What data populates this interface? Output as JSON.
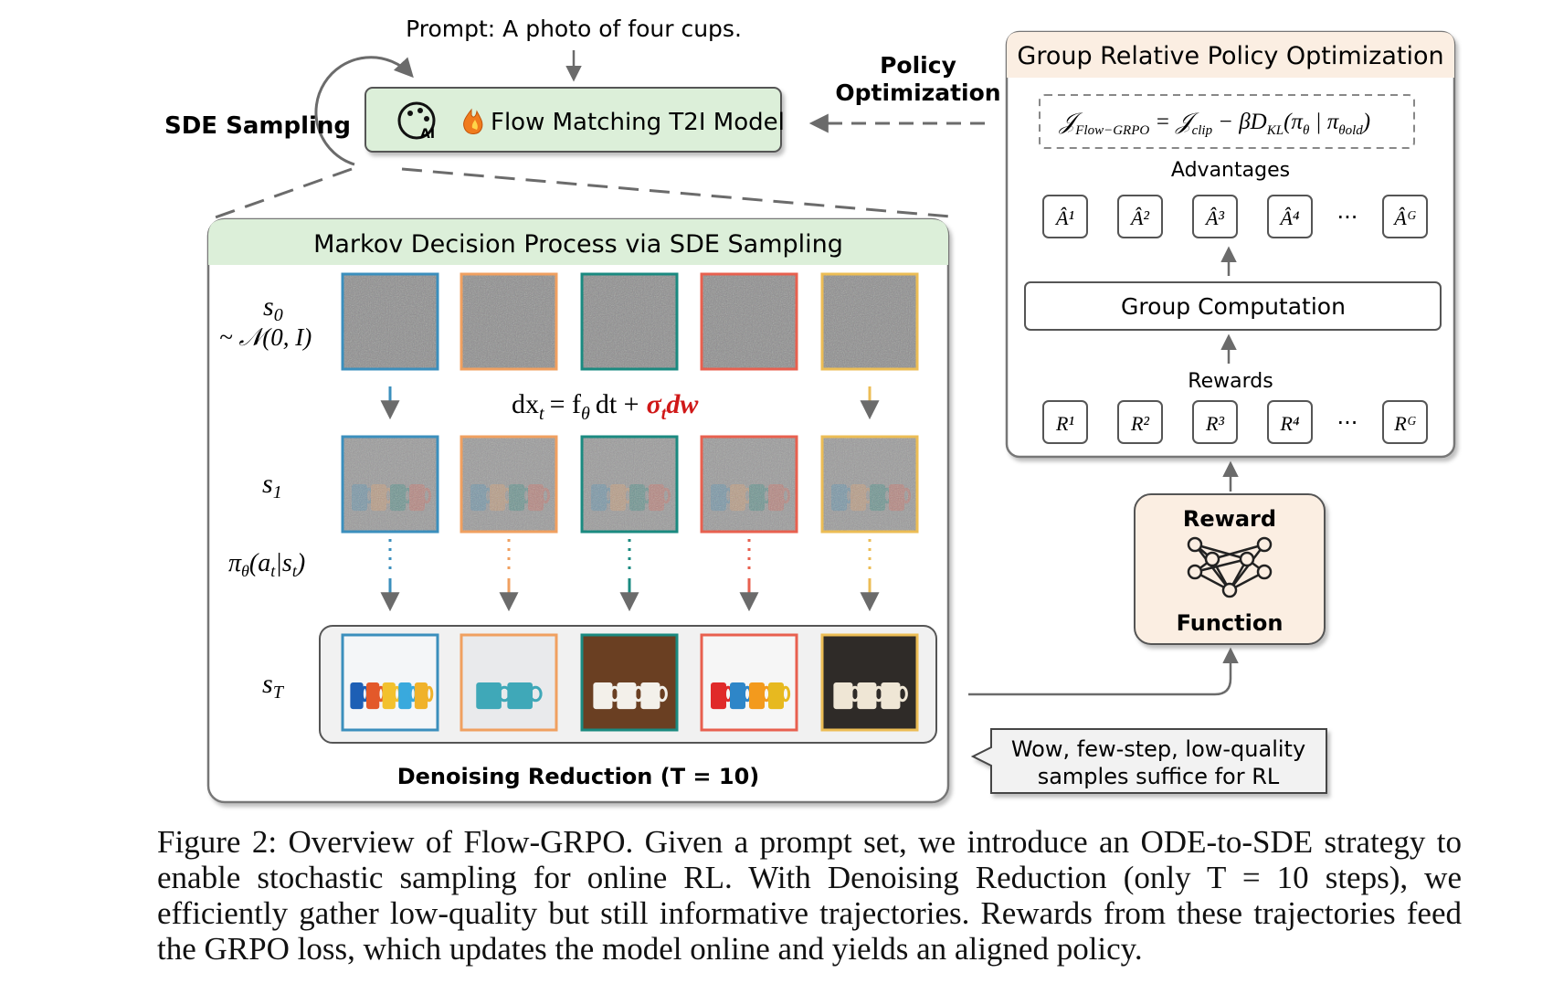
{
  "prompt": "Prompt: A photo of four cups.",
  "sde_sampling": "SDE Sampling",
  "model_label": "Flow Matching T2I Model",
  "ai_badge": "AI",
  "policy_opt": [
    "Policy",
    "Optimization"
  ],
  "mdp_title": "Markov Decision Process via SDE Sampling",
  "state_labels": {
    "s0": "s",
    "s0_sub": "0",
    "s0_dist": "~ 𝒩(0, I)",
    "s1": "s",
    "s1_sub": "1",
    "sT": "s",
    "sT_sub": "T"
  },
  "policy_label": "π",
  "policy_label_rest": "(a",
  "equation": {
    "lhs": "dx",
    "rhs": "= f",
    "rhs2": "dt +",
    "noise": "σ",
    "noise2": "dw"
  },
  "denoise_label": "Denoising Reduction (T = 10)",
  "grpo_title": "Group Relative Policy Optimization",
  "objective": "𝒥",
  "advantages_label": "Advantages",
  "advantages": [
    "Â¹",
    "Â²",
    "Â³",
    "Â⁴",
    "Âᴳ"
  ],
  "group_computation": "Group Computation",
  "rewards_label": "Rewards",
  "rewards": [
    "R¹",
    "R²",
    "R³",
    "R⁴",
    "Rᴳ"
  ],
  "ellipsis": "···",
  "reward_fn": [
    "Reward",
    "Function"
  ],
  "speech": [
    "Wow, few-step, low-quality",
    "samples suffice for RL"
  ],
  "caption": "Figure 2: Overview of Flow-GRPO. Given a prompt set, we introduce an ODE-to-SDE strategy to enable stochastic sampling for online RL. With Denoising Reduction (only T = 10 steps), we efficiently gather low-quality but still informative trajectories. Rewards from these trajectories feed the GRPO loss, which updates the model online and yields an aligned policy.",
  "colors": {
    "blue": "#3b8fbd",
    "orange": "#f0a060",
    "teal": "#1a8a80",
    "red": "#e8604f",
    "yellow": "#ecbd55",
    "green_fill": "#dcefd9",
    "peach_fill": "#fbeee2",
    "noise_red": "#d01818"
  }
}
